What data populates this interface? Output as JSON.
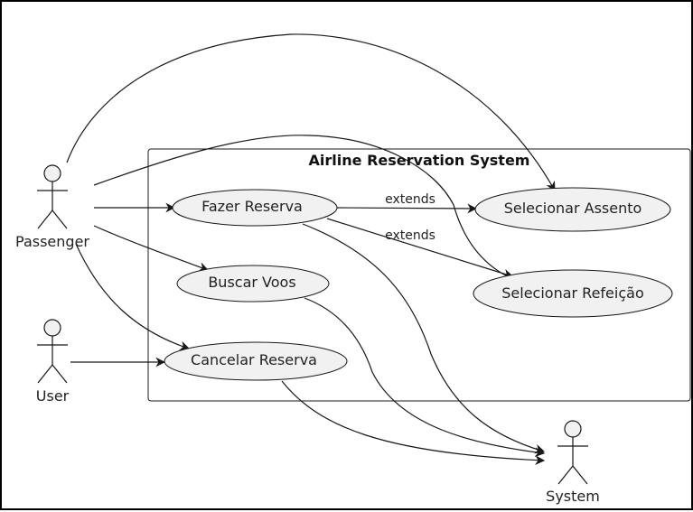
{
  "system_boundary": {
    "title": "Airline Reservation System"
  },
  "actors": {
    "passenger": "Passenger",
    "user": "User",
    "system": "System"
  },
  "use_cases": {
    "fazer_reserva": "Fazer Reserva",
    "buscar_voos": "Buscar Voos",
    "cancelar_reserva": "Cancelar Reserva",
    "selecionar_assento": "Selecionar Assento",
    "selecionar_refeicao": "Selecionar Refeição"
  },
  "relations": {
    "extends_assento": "extends",
    "extends_refeicao": "extends"
  },
  "colors": {
    "line": "#181818",
    "fill": "#f1f1f1"
  }
}
